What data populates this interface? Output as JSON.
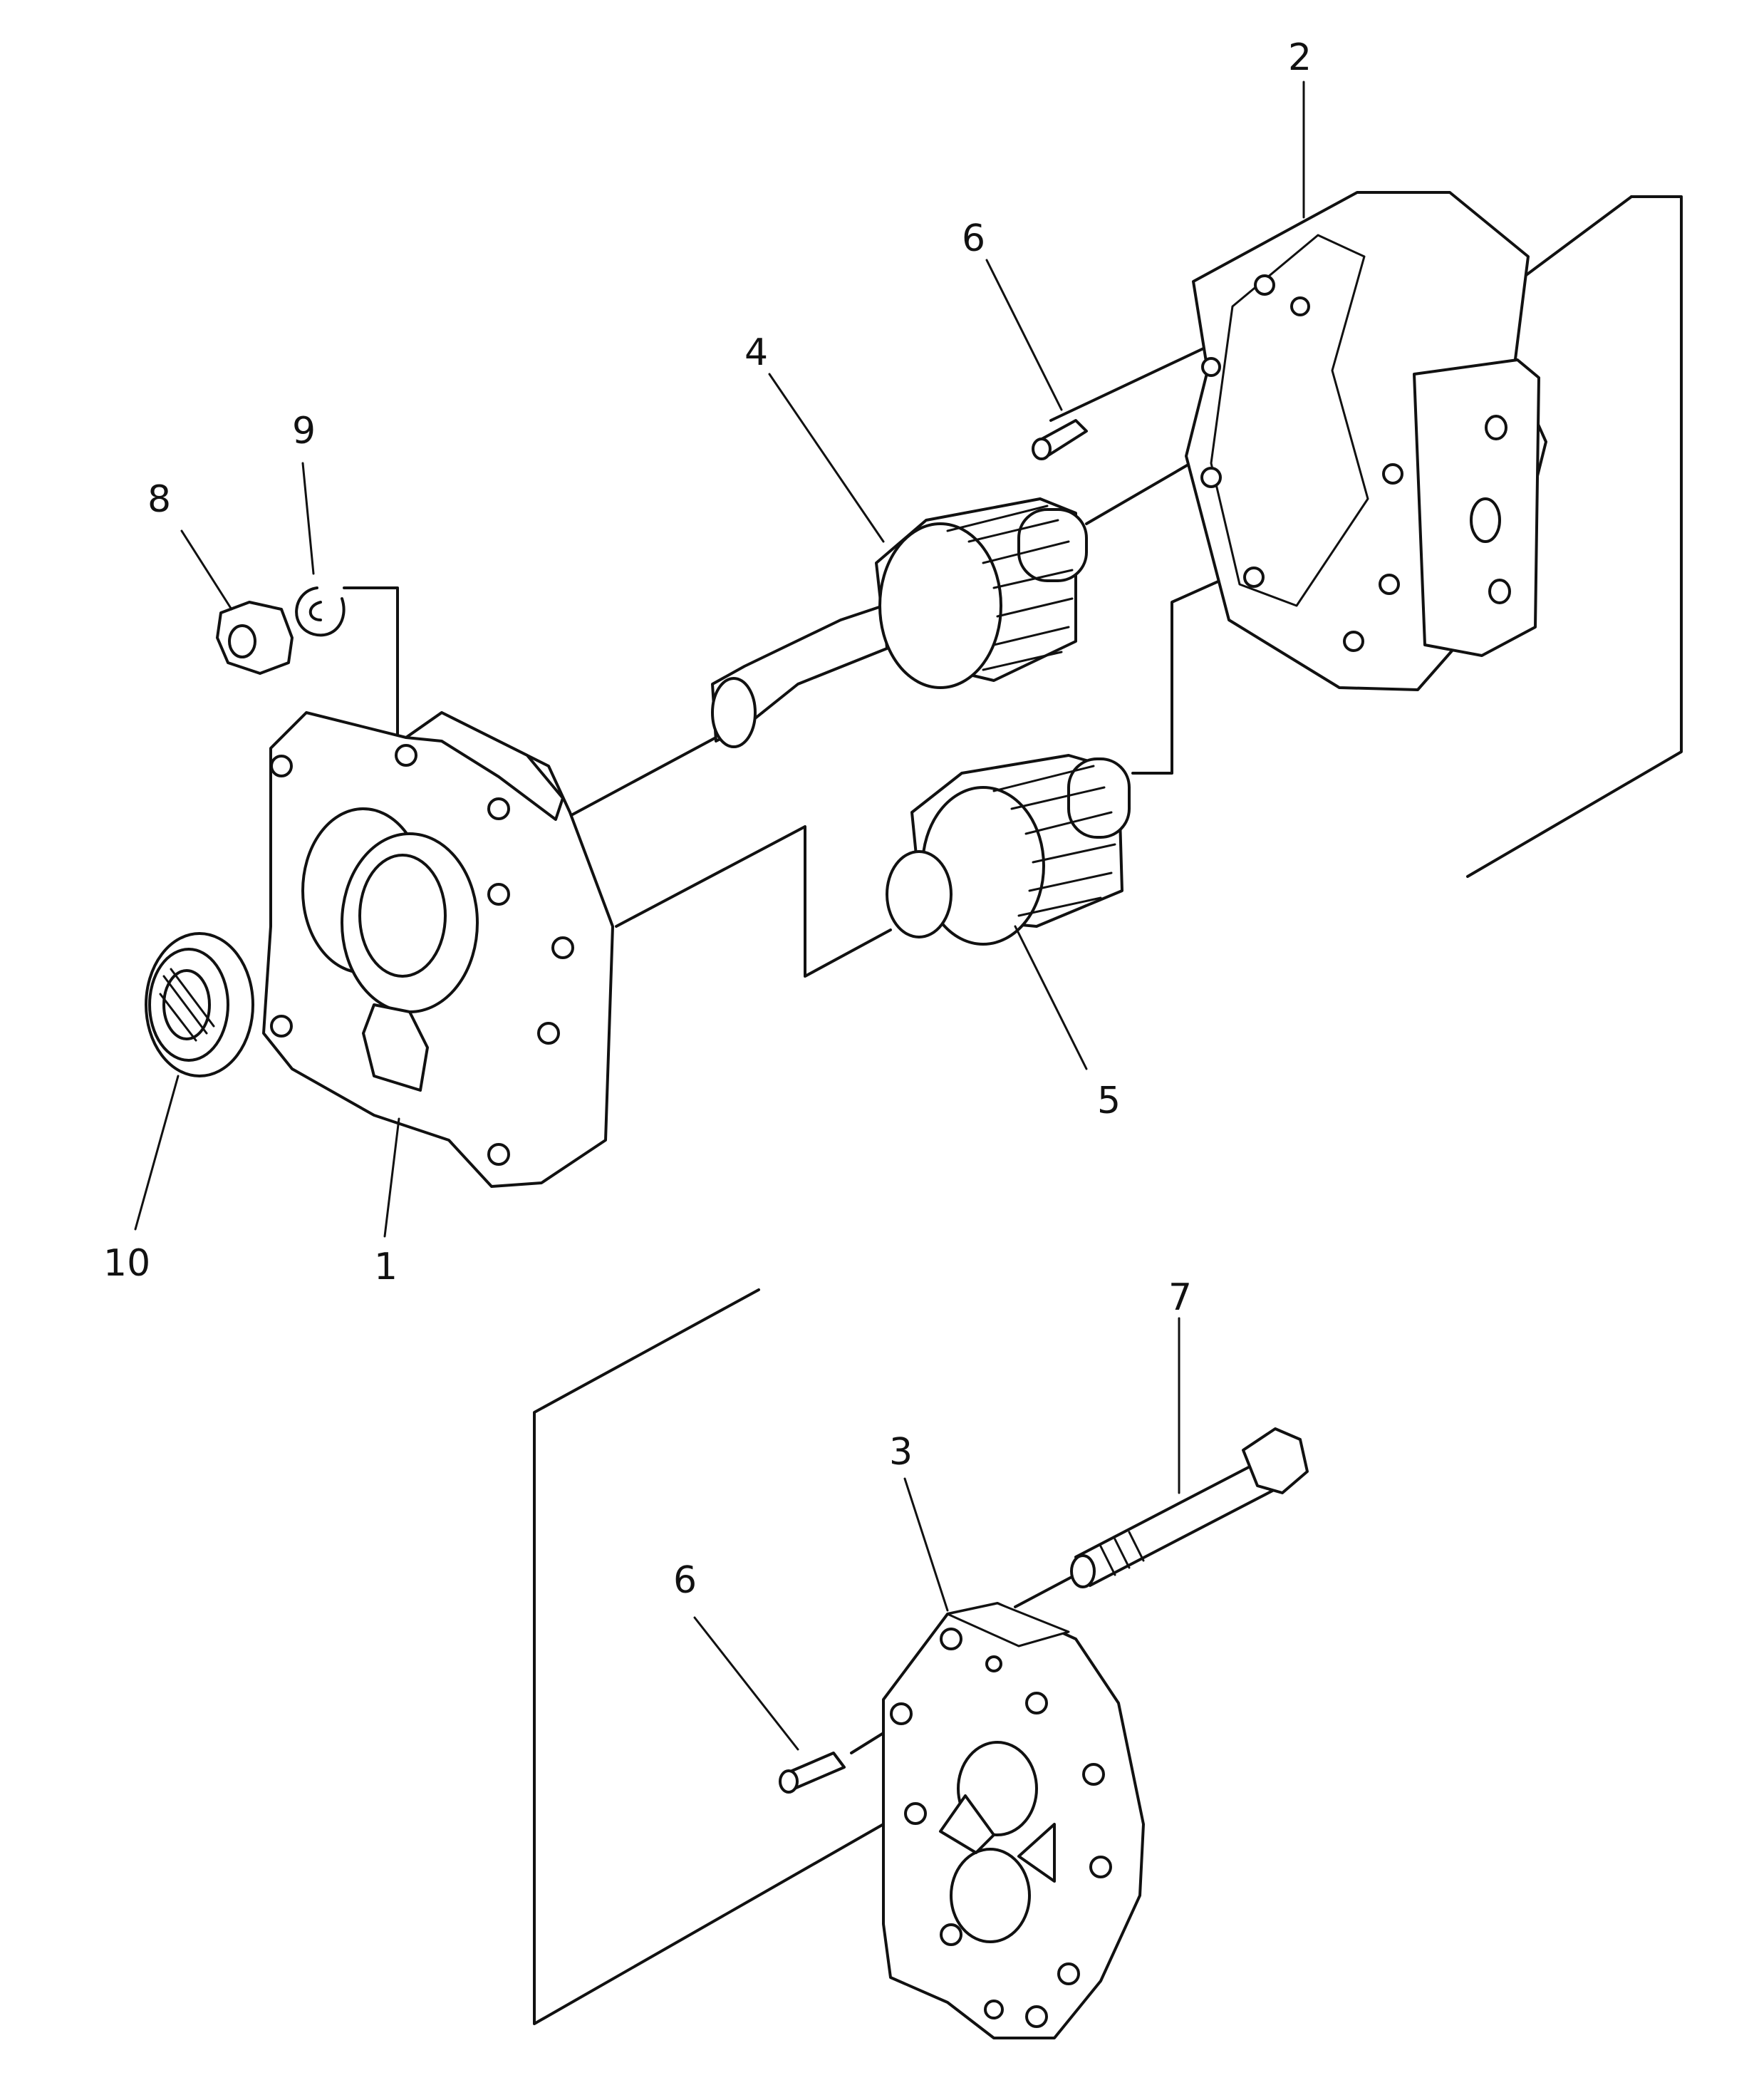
{
  "callouts": [
    {
      "id": "1",
      "label": "1"
    },
    {
      "id": "2",
      "label": "2"
    },
    {
      "id": "3",
      "label": "3"
    },
    {
      "id": "4",
      "label": "4"
    },
    {
      "id": "5",
      "label": "5"
    },
    {
      "id": "6a",
      "label": "6"
    },
    {
      "id": "6b",
      "label": "6"
    },
    {
      "id": "7",
      "label": "7"
    },
    {
      "id": "8",
      "label": "8"
    },
    {
      "id": "9",
      "label": "9"
    },
    {
      "id": "10",
      "label": "10"
    }
  ]
}
